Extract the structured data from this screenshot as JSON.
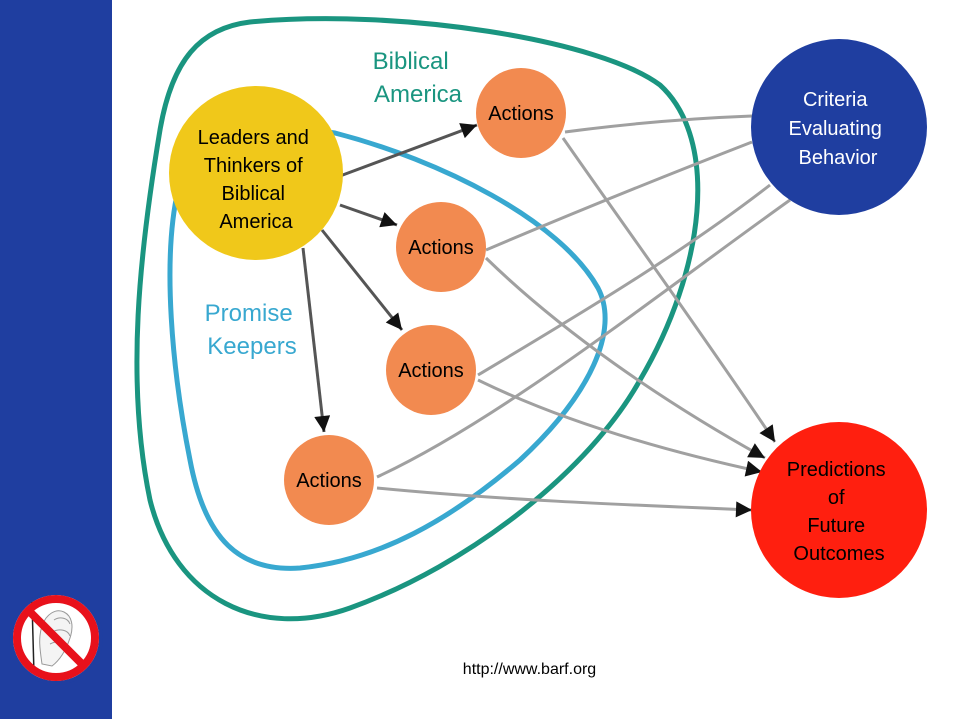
{
  "colors": {
    "sidebar": "#1f3ea0",
    "biblical_outline": "#1a9580",
    "promise_outline": "#38a8d0",
    "leaders_fill": "#f0c81a",
    "action_fill": "#f28a50",
    "criteria_fill": "#1f3ea0",
    "predictions_fill": "#ff1f0f",
    "dark_arrow": "#555555",
    "grey_arrow": "#a0a0a0"
  },
  "regions": {
    "biblical": {
      "line1": "Biblical",
      "line2": "America"
    },
    "promise": {
      "line1": "Promise",
      "line2": "Keepers"
    }
  },
  "leaders": {
    "lines": [
      "Leaders and",
      "Thinkers of",
      "Biblical",
      "America"
    ]
  },
  "actions": [
    {
      "label": "Actions"
    },
    {
      "label": "Actions"
    },
    {
      "label": "Actions"
    },
    {
      "label": "Actions"
    }
  ],
  "criteria": {
    "lines": [
      "Criteria",
      "Evaluating",
      "Behavior"
    ]
  },
  "predictions": {
    "lines": [
      "Predictions",
      "of",
      "Future",
      "Outcomes"
    ]
  },
  "logo": {
    "icon": "no-hand-icon"
  },
  "footer": {
    "url": "http://www.barf.org"
  }
}
